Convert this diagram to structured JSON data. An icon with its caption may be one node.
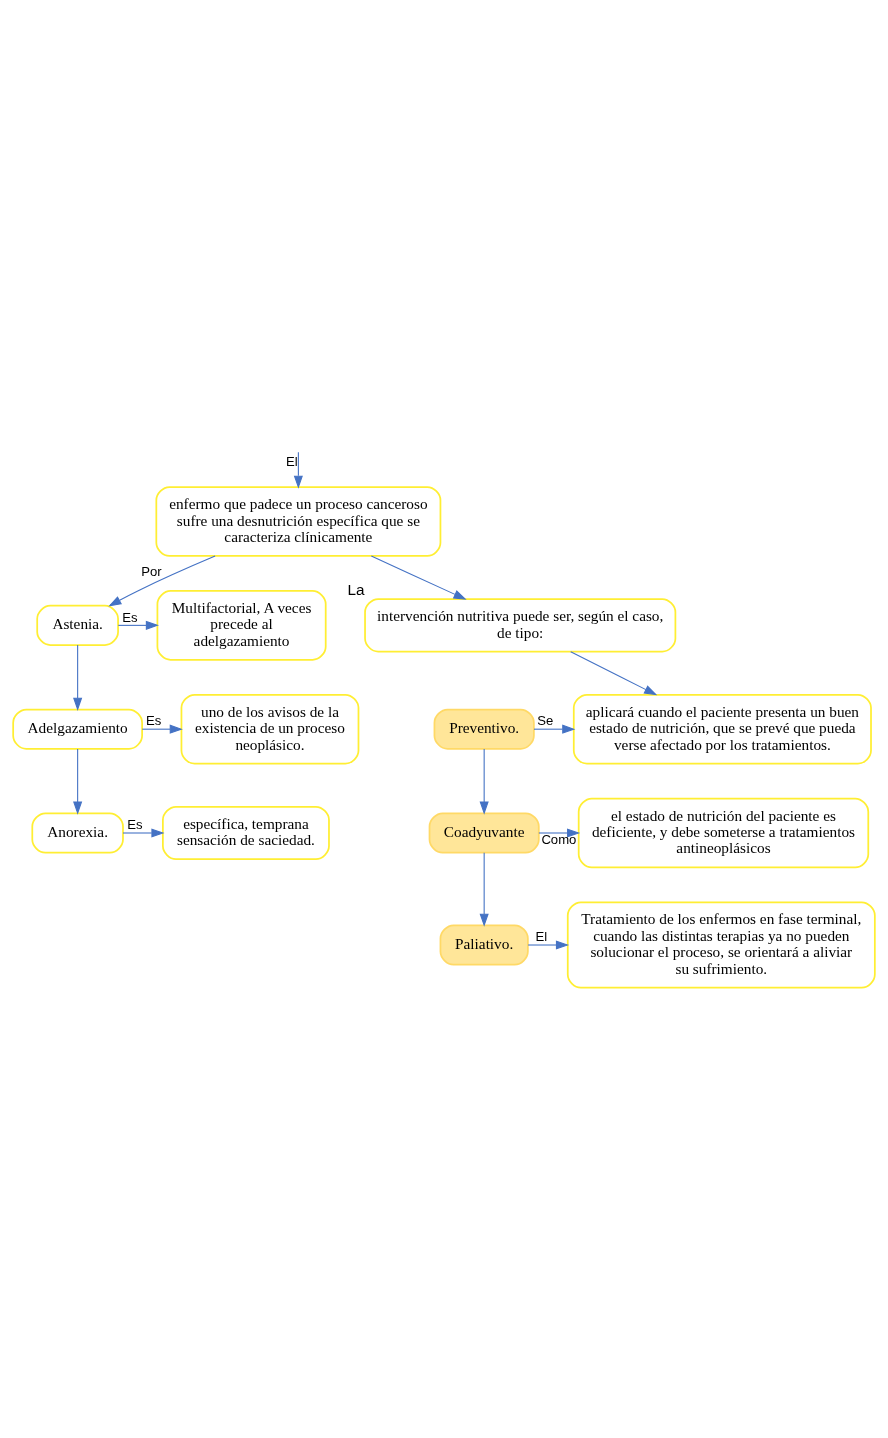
{
  "diagram": {
    "nodes": [
      {
        "text": [
          "enfermo que padece un proceso canceroso sufre una desnutrición específica que se caracteriza clínicamente"
        ]
      },
      {
        "text": [
          "Astenia."
        ]
      },
      {
        "text": [
          "Multifactorial, A veces precede al adelgazamiento"
        ]
      },
      {
        "text": [
          "Adelgazamiento"
        ]
      },
      {
        "text": [
          "uno de los avisos de la existencia de un proceso neoplásico."
        ]
      },
      {
        "text": [
          "Anorexia."
        ]
      },
      {
        "text": [
          "específica, temprana sensación de saciedad."
        ]
      },
      {
        "text": [
          "intervención nutritiva puede ser, según el caso, de tipo:"
        ],
        "beside": [
          "La"
        ]
      },
      {
        "text": [
          "Preventivo."
        ]
      },
      {
        "text": [
          "aplicará cuando el paciente presenta un buen estado de nutrición, que se prevé que pueda verse afectado por los tratamientos."
        ]
      },
      {
        "text": [
          "Coadyuvante"
        ]
      },
      {
        "text": [
          "el estado de nutrición del paciente es deficiente, y debe someterse a tratamientos antineoplásicos"
        ]
      },
      {
        "text": [
          "Paliativo."
        ]
      },
      {
        "text": [
          "Tratamiento de los enfermos en fase terminal, cuando las distintas terapias ya no pueden solucionar el proceso, se orientará a aliviar su sufrimiento."
        ]
      }
    ],
    "edges": [
      {
        "from": null,
        "to": 0,
        "arrow": "to",
        "label": "El"
      },
      {
        "from": 0,
        "to": 1,
        "arrow": "to",
        "label": "Por"
      },
      {
        "from": 1,
        "to": 2,
        "arrow": "to",
        "label": "Es"
      },
      {
        "from": 1,
        "to": 3,
        "arrow": "to"
      },
      {
        "from": 3,
        "to": 4,
        "arrow": "to",
        "label": "Es"
      },
      {
        "from": 3,
        "to": 5,
        "arrow": "to"
      },
      {
        "from": 5,
        "to": 6,
        "arrow": "to",
        "label": "Es"
      },
      {
        "from": 0,
        "to": 7,
        "arrow": "to"
      },
      {
        "from": 7,
        "to": 9,
        "arrow": "to"
      },
      {
        "from": 8,
        "to": 9,
        "arrow": "to",
        "label": "Se"
      },
      {
        "from": 8,
        "to": 10,
        "arrow": "to"
      },
      {
        "from": 10,
        "to": 11,
        "arrow": "to",
        "label": "Como"
      },
      {
        "from": 10,
        "to": 12,
        "arrow": "to"
      },
      {
        "from": 12,
        "to": 13,
        "arrow": "to",
        "label": "El"
      }
    ]
  }
}
